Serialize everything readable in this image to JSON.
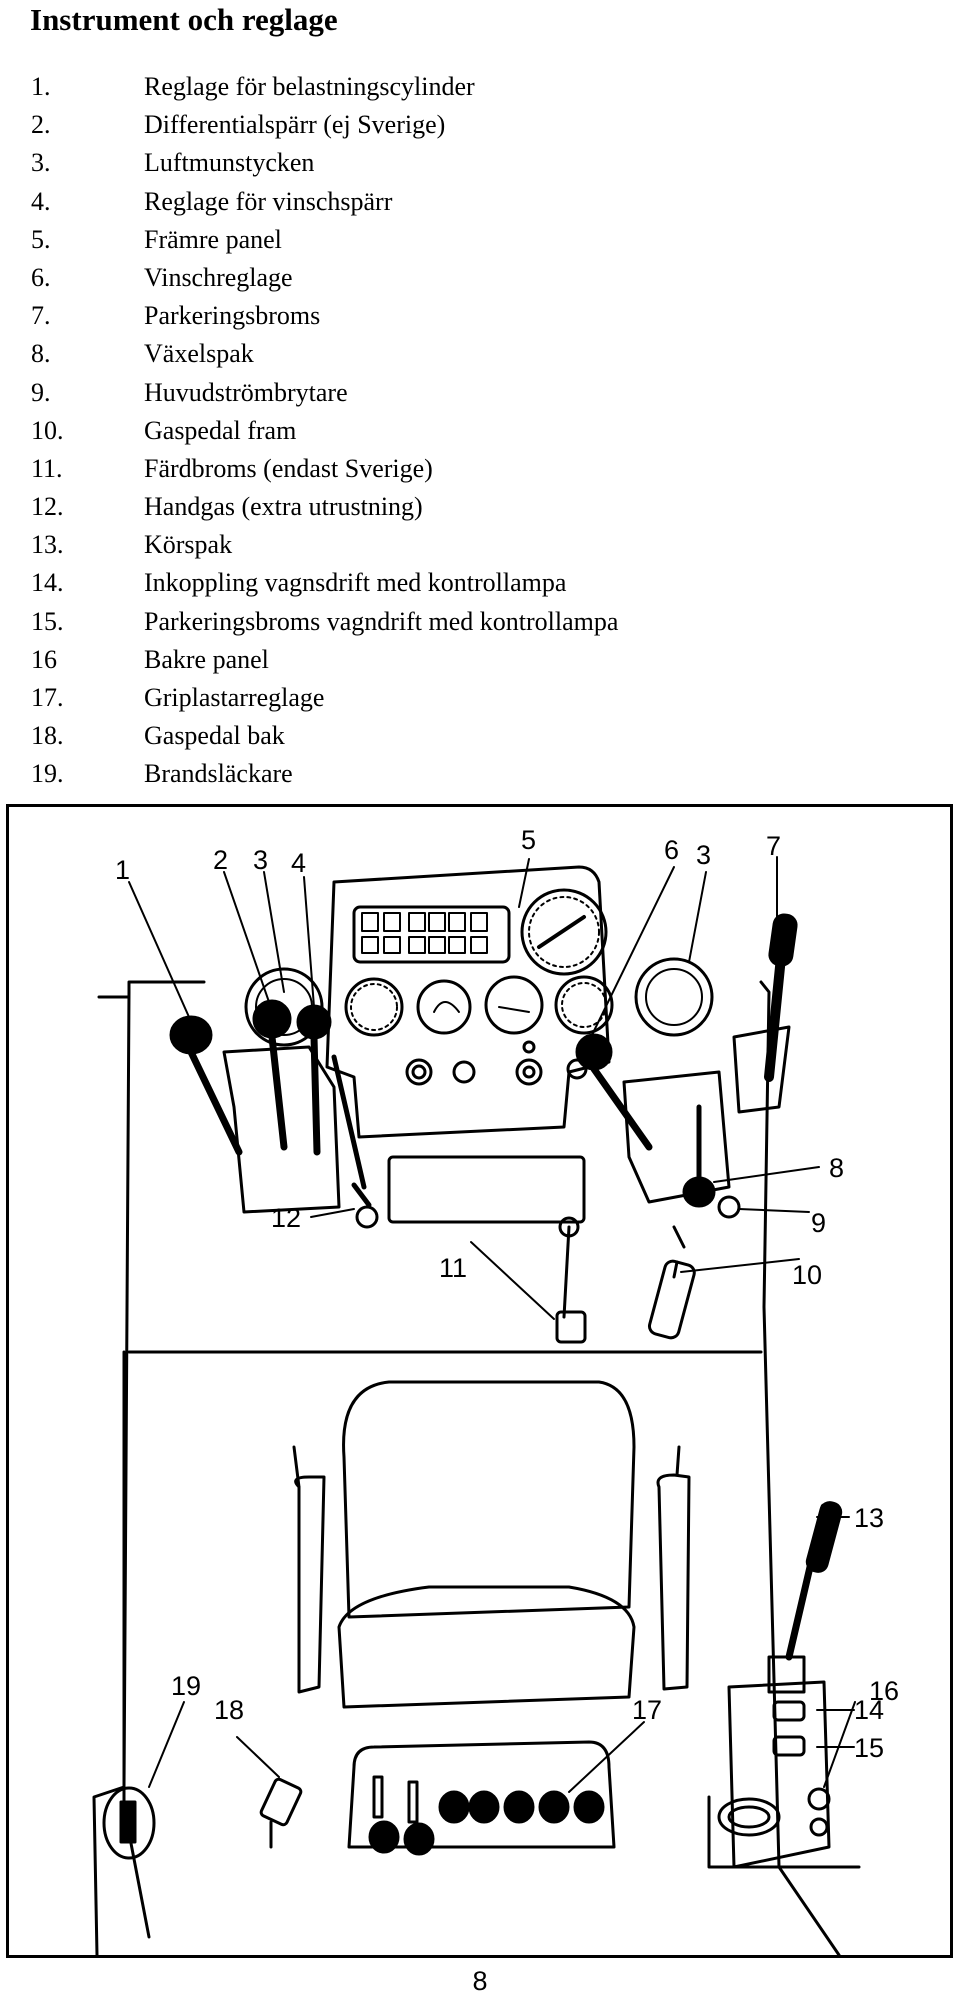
{
  "title": "Instrument och reglage",
  "legend": [
    {
      "num": "1.",
      "label": "Reglage för belastningscylinder"
    },
    {
      "num": "2.",
      "label": "Differentialspärr (ej Sverige)"
    },
    {
      "num": "3.",
      "label": "Luftmunstycken"
    },
    {
      "num": "4.",
      "label": "Reglage för vinschspärr"
    },
    {
      "num": "5.",
      "label": "Främre panel"
    },
    {
      "num": "6.",
      "label": "Vinschreglage"
    },
    {
      "num": "7.",
      "label": "Parkeringsbroms"
    },
    {
      "num": "8.",
      "label": "Växelspak"
    },
    {
      "num": "9.",
      "label": "Huvudströmbrytare"
    },
    {
      "num": "10.",
      "label": "Gaspedal fram"
    },
    {
      "num": "11.",
      "label": "Färdbroms (endast Sverige)"
    },
    {
      "num": "12.",
      "label": "Handgas (extra utrustning)"
    },
    {
      "num": "13.",
      "label": "Körspak"
    },
    {
      "num": "14.",
      "label": "Inkoppling vagnsdrift med kontrollampa"
    },
    {
      "num": "15.",
      "label": "Parkeringsbroms vagndrift med kontrollampa"
    },
    {
      "num": "16",
      "label": "Bakre panel"
    },
    {
      "num": "17.",
      "label": "Griplastarreglage"
    },
    {
      "num": "18.",
      "label": "Gaspedal bak"
    },
    {
      "num": "19.",
      "label": "Brandsläckare"
    }
  ],
  "callouts": [
    "1",
    "2",
    "3",
    "4",
    "5",
    "6",
    "3",
    "7",
    "8",
    "9",
    "10",
    "11",
    "12",
    "13",
    "14",
    "15",
    "16",
    "17",
    "18",
    "19"
  ],
  "page_number": "8"
}
